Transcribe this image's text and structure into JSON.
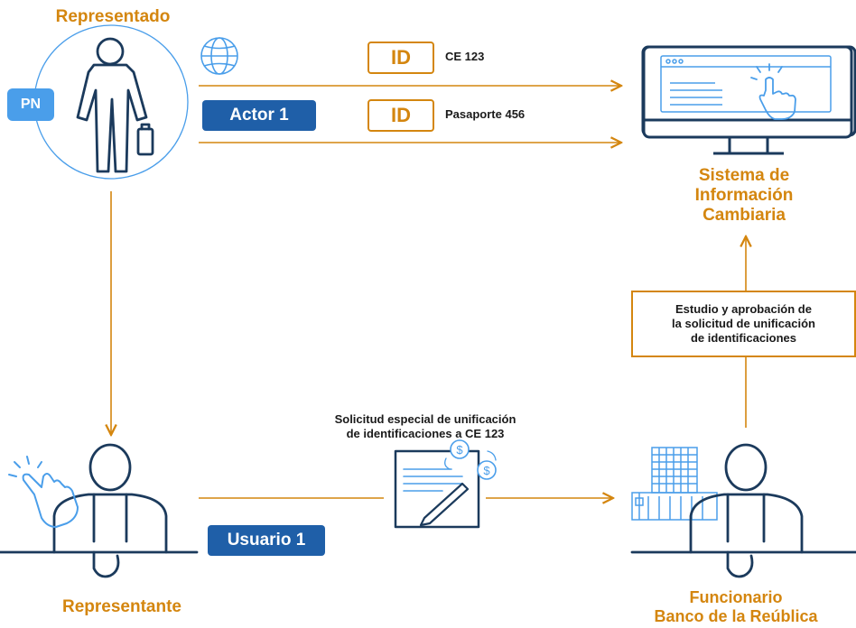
{
  "representado": {
    "title": "Representado",
    "badge_pn": "PN",
    "badge_actor": "Actor 1"
  },
  "ids": [
    {
      "box": "ID",
      "label": "CE 123"
    },
    {
      "box": "ID",
      "label": "Pasaporte 456"
    }
  ],
  "system": {
    "title_lines": [
      "Sistema de",
      "Información",
      "Cambiaria"
    ]
  },
  "approval_box": {
    "lines": [
      "Estudio y aprobación de",
      "la solicitud de unificación",
      "de identificaciones"
    ]
  },
  "request": {
    "lines": [
      "Solicitud especial de unificación",
      "de identificaciones a CE 123"
    ]
  },
  "representante": {
    "title": "Representante",
    "badge_user": "Usuario 1"
  },
  "funcionario": {
    "title_lines": [
      "Funcionario",
      "Banco de la Reública"
    ]
  },
  "colors": {
    "orange": "#D4860F",
    "navy": "#1B3A5C",
    "blue": "#1F5FA8",
    "light_blue": "#4A9EEA"
  },
  "icons": [
    "globe-icon",
    "monitor-icon",
    "hand-click-icon",
    "document-money-icon",
    "building-icon",
    "person-icon"
  ]
}
